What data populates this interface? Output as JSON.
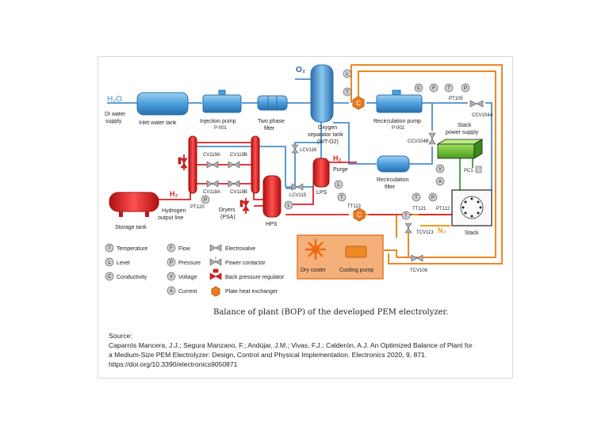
{
  "diagram": {
    "inputs": {
      "h2o": "H₂O",
      "di_water": "DI water",
      "supply": "supply"
    },
    "components": {
      "inlet_tank": "Inlet water tank",
      "injection_pump_1": "Injection pump",
      "injection_pump_2": "P-001",
      "two_phase_1": "Two phase",
      "two_phase_2": "filter",
      "o2": "O₂",
      "oxy_1": "Oxygen",
      "oxy_2": "separator tank",
      "oxy_3": "(WT-O2)",
      "recirc_pump_1": "Recirculation pump",
      "recirc_pump_2": "P-002",
      "stack_ps_1": "Stack",
      "stack_ps_2": "power supply",
      "recirc_filter_1": "Recirculation",
      "recirc_filter_2": "filter",
      "purge_h2": "H₂",
      "purge": "Purge",
      "lps": "LPS",
      "hps": "HPS",
      "dryers_1": "Dryers",
      "dryers_2": "(PSA)",
      "h2_out": "H₂",
      "hyd_out_1": "Hydrogen",
      "hyd_out_2": "output line",
      "storage": "Storage tank",
      "stack": "Stack",
      "n2": "N₂",
      "dry_cooler": "Dry cooler",
      "cooling_pump": "Cooling pump"
    },
    "tags": {
      "pt105": "PT105",
      "ccv104a": "CCV104A",
      "ccv104b": "CCV104B",
      "lcv116": "LCV116",
      "cv119a": "CV119A",
      "cv119b": "CV119B",
      "cv118a": "CV118A",
      "cv118b": "CV118B",
      "lcv115": "LCV115",
      "pt120": "PT120",
      "pc1": "PC1",
      "tt113": "TT113",
      "tt121": "TT121",
      "pt112": "PT112",
      "tcv113": "TCV113",
      "tcv106": "TCV106"
    },
    "instruments": {
      "T": "T",
      "L": "L",
      "C": "C",
      "F": "F",
      "P": "P",
      "V": "V",
      "A": "A"
    },
    "legend": {
      "temperature": "Temperature",
      "level": "Level",
      "conductivity": "Conductivity",
      "flow": "Flow",
      "pressure": "Pressure",
      "voltage": "Voltage",
      "current": "Current",
      "electrovalve": "Electrovalve",
      "power_contactor": "Power contactor",
      "back_pressure": "Back pressure regulator",
      "phe": "Plate heat exchanger"
    },
    "caption": "Balance of plant (BOP) of the developed PEM electrolyzer."
  },
  "source": {
    "heading": "Source:",
    "line1": "Caparrós Mancera, J.J.; Segura Manzano, F.; Andújar, J.M.; Vivas, F.J.; Calderón, A.J. An Optimized Balance of Plant for",
    "line2": "a Medium-Size PEM Electrolyzer: Design, Control and Physical Implementation. Electronics 2020, 9, 871.",
    "line3": "https://doi.org/10.3390/electronics9050871"
  },
  "colors": {
    "water": "#4a90c8",
    "oxygen": "#4a90c8",
    "hydrogen": "#e02020",
    "cooling": "#ee8822",
    "nitrogen": "#e8a020",
    "power": "#3a9a3a"
  }
}
